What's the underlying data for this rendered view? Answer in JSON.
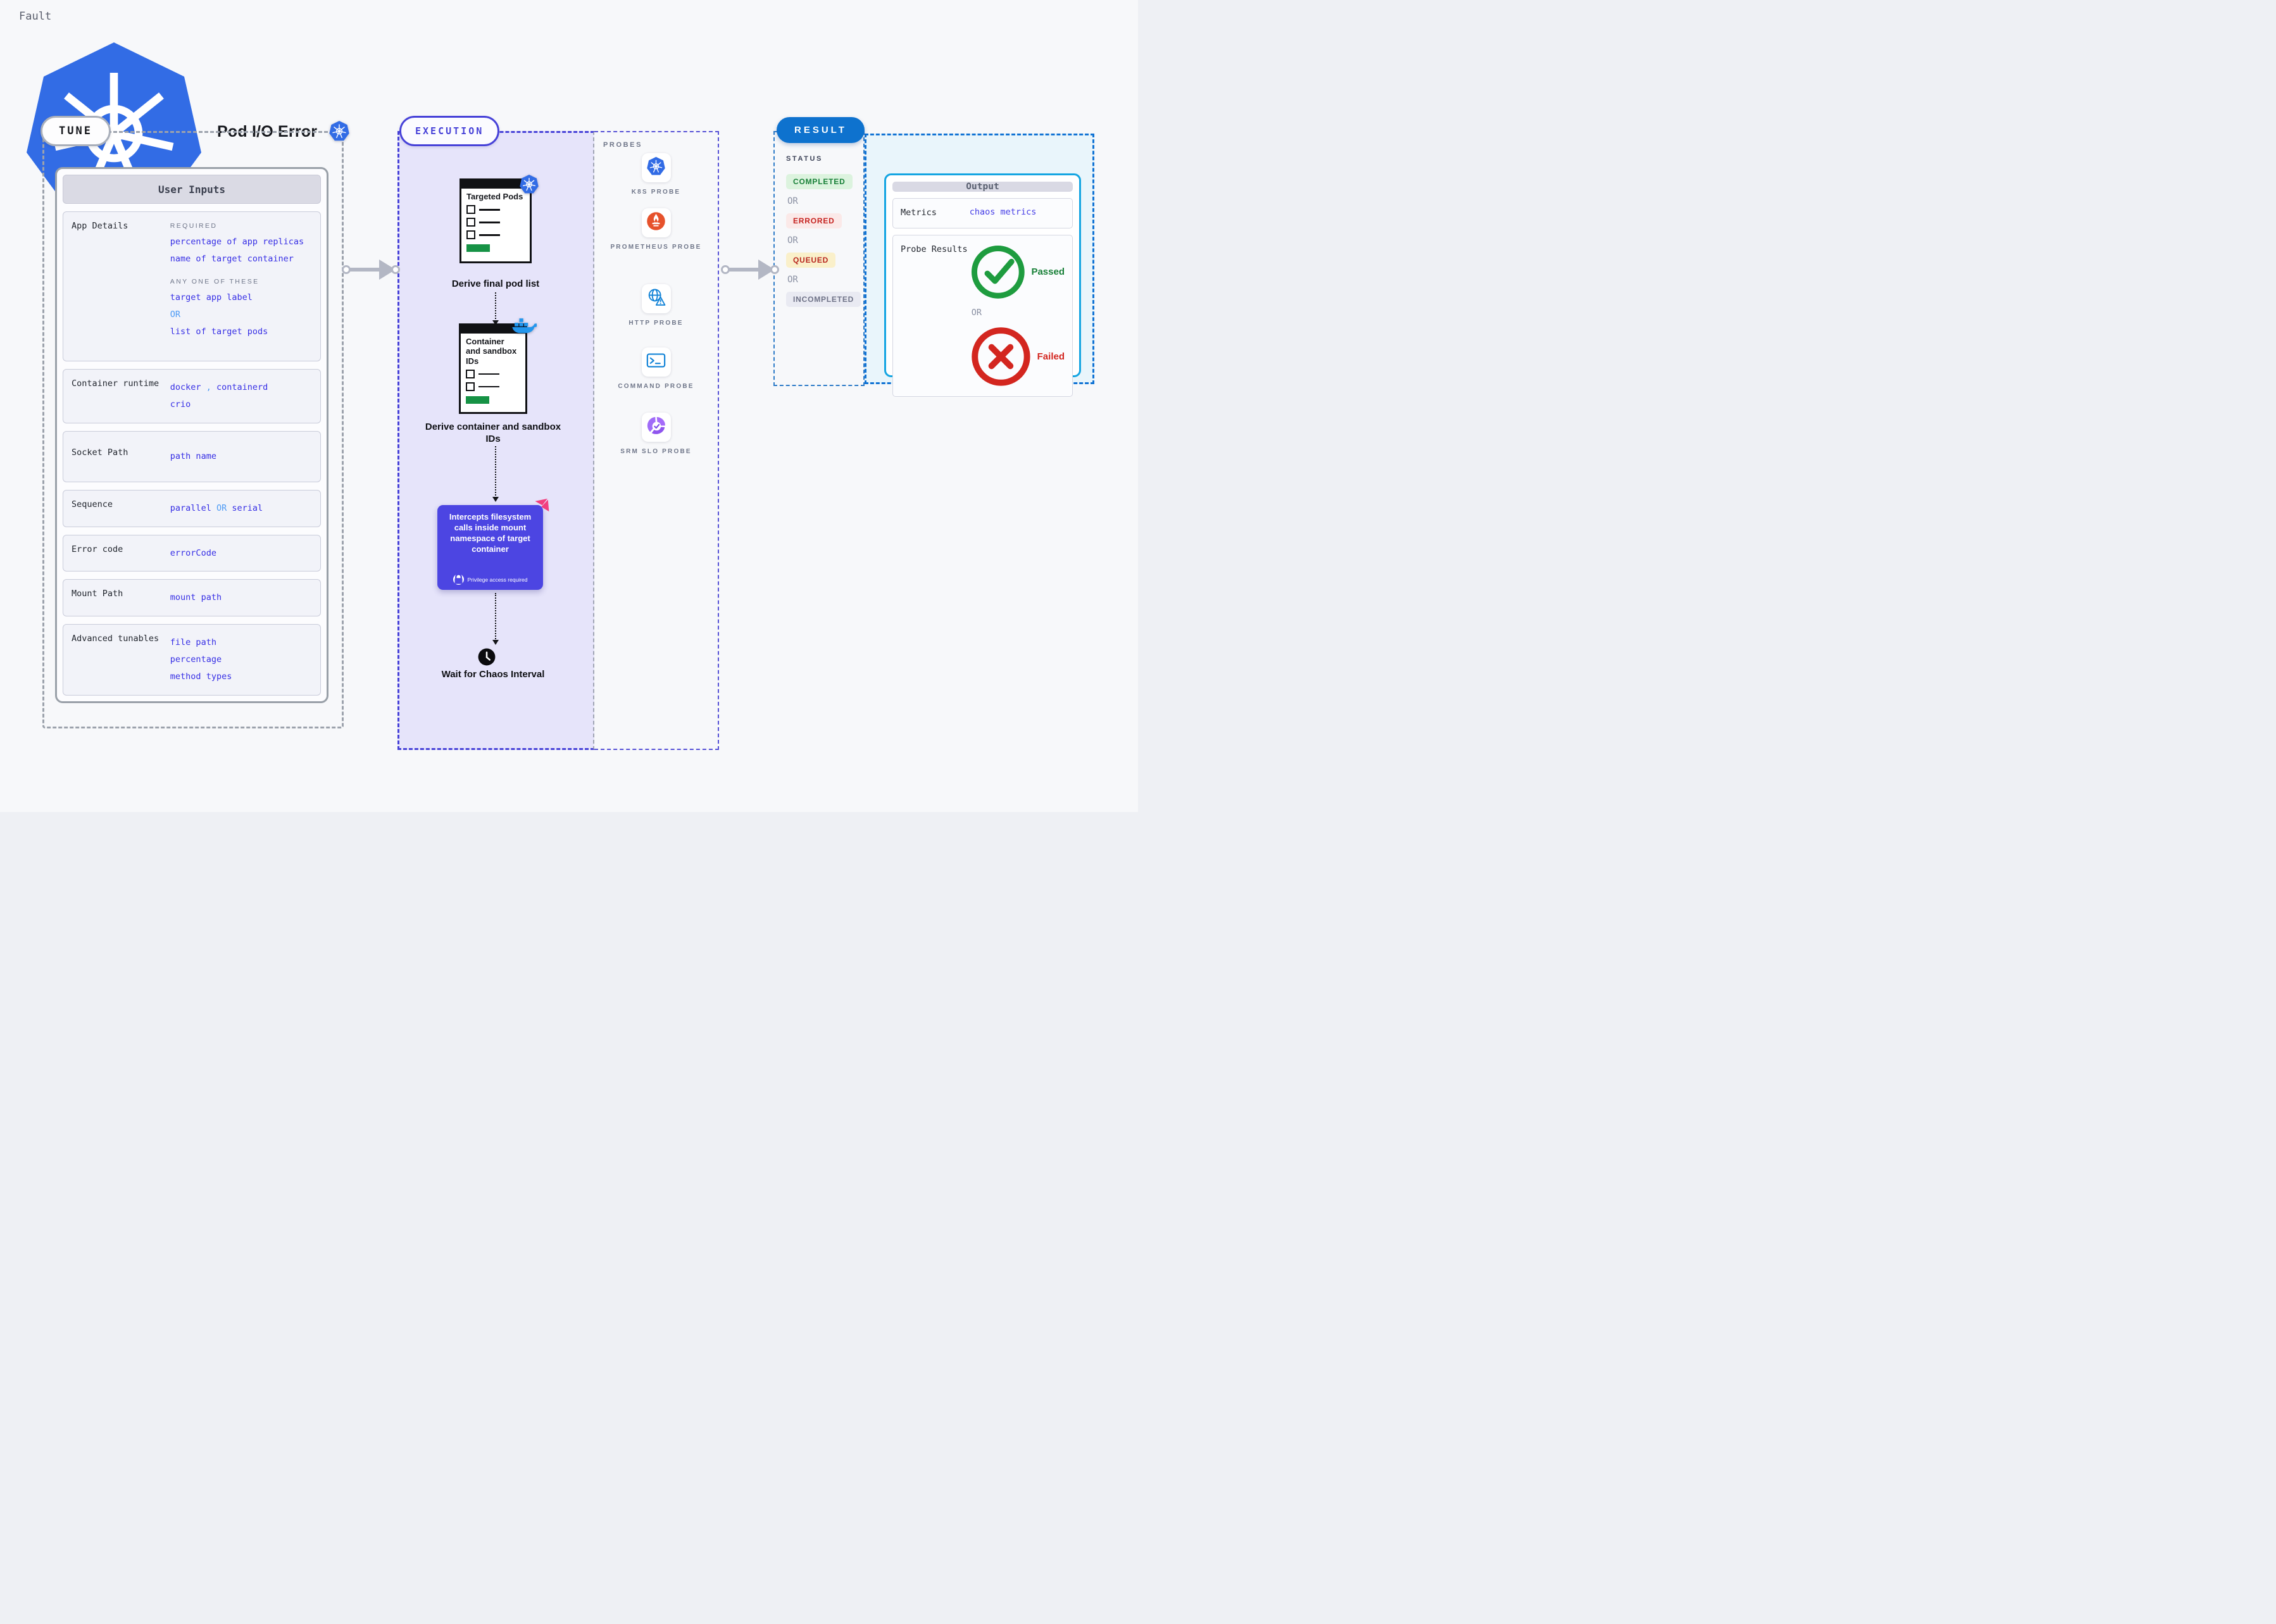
{
  "header": {
    "kicker": "Fault",
    "title": "Pod I/O Error"
  },
  "colors": {
    "page_bg": "#F7F8FA",
    "value_blue": "#372FE5",
    "or_light_blue": "#4D9BF5",
    "accent_indigo": "#4742D8",
    "exec_bg": "#E6E4FA",
    "intercept_purple": "#4C45E2",
    "result_blue": "#0E72CE",
    "output_cyan_border": "#14A5E2",
    "output_bg": "#E9F5FB",
    "passed_green": "#188038",
    "failed_red": "#D3261F",
    "completed_bg": "#DCF3DE",
    "errored_bg": "#FBE9E8",
    "queued_bg": "#FAF0CA",
    "incompleted_bg": "#E9EAF2",
    "kubernetes_blue": "#326CE5",
    "docker_blue": "#2396ED",
    "prometheus_orange": "#E6522C",
    "doc_green": "#169245",
    "pink_badge": "#F23F7F"
  },
  "tune": {
    "badge": "TUNE",
    "table_title": "User Inputs",
    "rows": [
      {
        "label": "App Details",
        "grow": true,
        "content": [
          {
            "type": "heading",
            "text": "REQUIRED"
          },
          {
            "type": "value",
            "text": "percentage of app replicas"
          },
          {
            "type": "value",
            "text": "name of target container"
          },
          {
            "type": "heading",
            "text": "ANY ONE OF THESE",
            "later": true
          },
          {
            "type": "value",
            "text": "target app label"
          },
          {
            "type": "or",
            "text": "OR"
          },
          {
            "type": "value",
            "text": "list of target pods"
          }
        ]
      },
      {
        "label": "Container runtime",
        "content": [
          {
            "type": "inline",
            "parts": [
              {
                "t": "docker",
                "c": "v"
              },
              {
                "t": " , ",
                "c": "o"
              },
              {
                "t": "containerd",
                "c": "v"
              }
            ]
          },
          {
            "type": "value",
            "text": "crio"
          }
        ]
      },
      {
        "label": "Socket Path",
        "pad": 22,
        "content": [
          {
            "type": "value",
            "text": "path name"
          }
        ]
      },
      {
        "label": "Sequence",
        "content": [
          {
            "type": "inline",
            "parts": [
              {
                "t": "parallel",
                "c": "v"
              },
              {
                "t": " OR ",
                "c": "o"
              },
              {
                "t": "serial",
                "c": "v"
              }
            ]
          }
        ]
      },
      {
        "label": "Error code",
        "content": [
          {
            "type": "value",
            "text": "errorCode"
          }
        ]
      },
      {
        "label": "Mount Path",
        "content": [
          {
            "type": "value",
            "text": "mount path"
          }
        ]
      },
      {
        "label": "Advanced tunables",
        "content": [
          {
            "type": "value",
            "text": "file path"
          },
          {
            "type": "value",
            "text": "percentage"
          },
          {
            "type": "value",
            "text": "method types"
          }
        ]
      }
    ]
  },
  "execution": {
    "badge": "EXECUTION",
    "steps": [
      {
        "doc_title": "Targeted Pods",
        "badge_icon": "kubernetes-icon",
        "caption": "Derive final pod list"
      },
      {
        "doc_title": "Container and sandbox IDs",
        "badge_icon": "docker-icon",
        "caption": "Derive container and sandbox IDs"
      }
    ],
    "intercept_box": {
      "text": "Intercepts filesystem calls inside mount namespace of target container",
      "note": "Privilege access required",
      "badge_icon": "harness-chaos-icon"
    },
    "wait_step": {
      "icon": "clock-icon",
      "caption": "Wait for Chaos Interval"
    }
  },
  "probes": {
    "heading": "PROBES",
    "items": [
      {
        "icon": "kubernetes-probe-icon",
        "label": "K8S PROBE"
      },
      {
        "icon": "prometheus-probe-icon",
        "label": "PROMETHEUS PROBE"
      },
      {
        "icon": "http-probe-icon",
        "label": "HTTP PROBE"
      },
      {
        "icon": "command-probe-icon",
        "label": "COMMAND PROBE"
      },
      {
        "icon": "srm-slo-probe-icon",
        "label": "SRM SLO PROBE"
      }
    ]
  },
  "result": {
    "badge": "RESULT",
    "status": {
      "heading": "STATUS",
      "states": [
        {
          "text": "COMPLETED",
          "kind": "completed"
        },
        {
          "text": "OR",
          "kind": "or"
        },
        {
          "text": "ERRORED",
          "kind": "errored"
        },
        {
          "text": "OR",
          "kind": "or"
        },
        {
          "text": "QUEUED",
          "kind": "queued"
        },
        {
          "text": "OR",
          "kind": "or"
        },
        {
          "text": "INCOMPLETED",
          "kind": "incompleted"
        }
      ]
    },
    "output": {
      "title": "Output",
      "metrics_label": "Metrics",
      "metrics_value": "chaos metrics",
      "probe_results_label": "Probe Results",
      "passed": "Passed",
      "or": "OR",
      "failed": "Failed"
    }
  }
}
